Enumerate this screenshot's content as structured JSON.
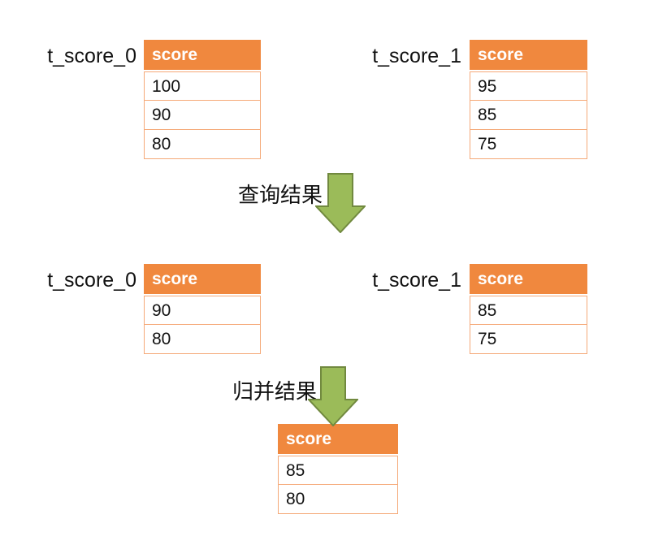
{
  "colors": {
    "header_bg": "#F0883E",
    "row_border": "#F5A978",
    "arrow_fill": "#9BBB59",
    "arrow_stroke": "#71893F",
    "cell_text": "#111111",
    "header_text": "#FFFFFF"
  },
  "top_row": {
    "left_table": {
      "label": "t_score_0",
      "header": "score",
      "rows": [
        "100",
        "90",
        "80"
      ]
    },
    "right_table": {
      "label": "t_score_1",
      "header": "score",
      "rows": [
        "95",
        "85",
        "75"
      ]
    }
  },
  "query_arrow": {
    "caption": "查询结果"
  },
  "middle_row": {
    "left_table": {
      "label": "t_score_0",
      "header": "score",
      "rows": [
        "90",
        "80"
      ]
    },
    "right_table": {
      "label": "t_score_1",
      "header": "score",
      "rows": [
        "85",
        "75"
      ]
    }
  },
  "merge_arrow": {
    "caption": "归并结果"
  },
  "result_table": {
    "header": "score",
    "rows": [
      "85",
      "80"
    ]
  }
}
